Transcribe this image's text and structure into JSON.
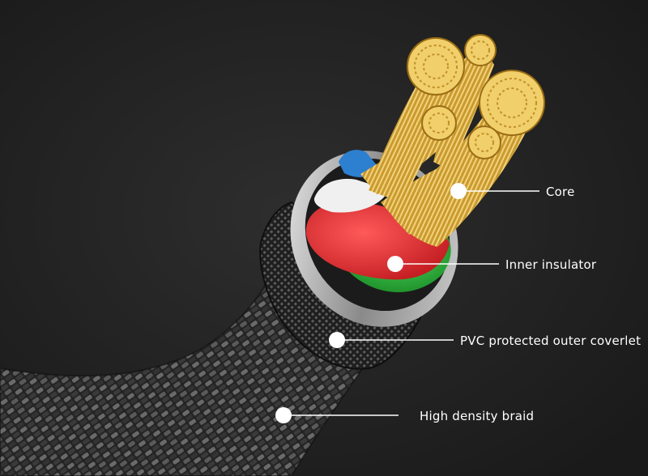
{
  "labels": {
    "core": "Core",
    "inner_insulator": "Inner insulator",
    "pvc_outer": "PVC protected outer coverlet",
    "braid": "High density braid"
  },
  "colors": {
    "background": "#222222",
    "copper": "#d9a93a",
    "copper_light": "#f3d57a",
    "insulator_red": "#e0262b",
    "insulator_green": "#27a836",
    "insulator_blue": "#2d7fd0",
    "insulator_white": "#f2f2f2",
    "metal_ring": "#b8b8b8",
    "braid_dark": "#2a2a2a",
    "braid_light": "#6a6a6a",
    "callout": "#ffffff"
  }
}
